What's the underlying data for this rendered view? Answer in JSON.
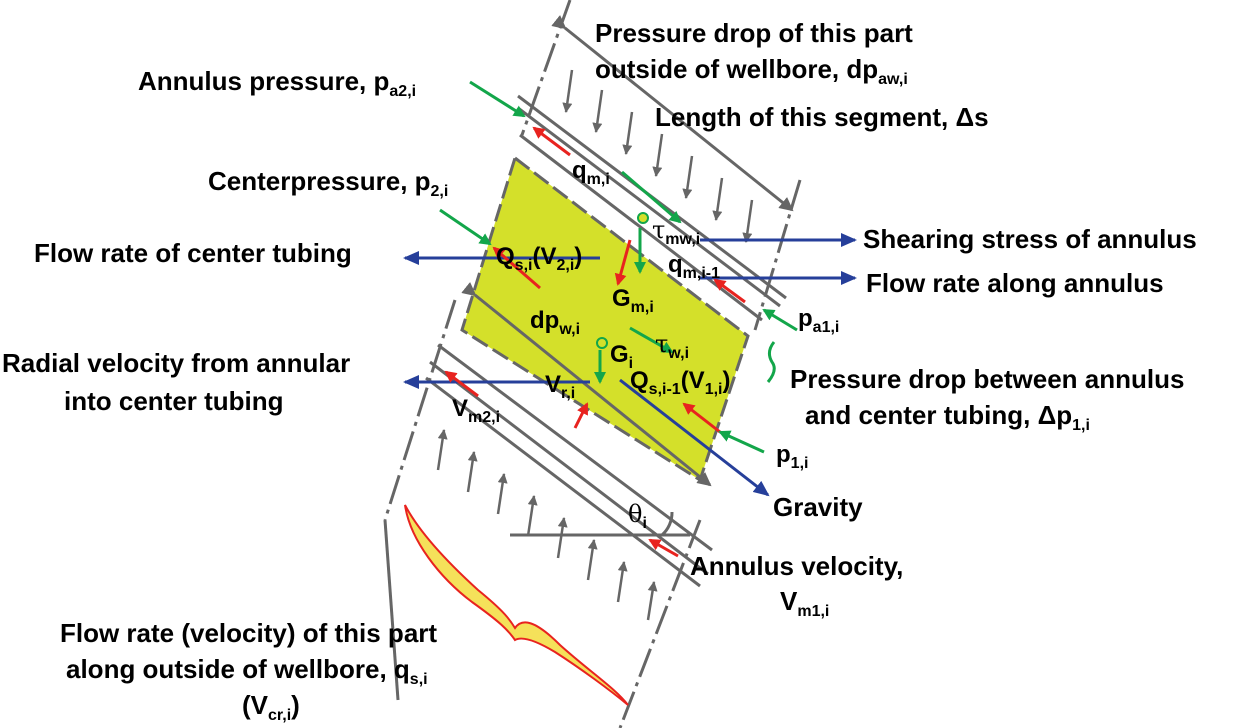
{
  "labels": {
    "pressure_drop_outside_1": "Pressure drop of this part",
    "pressure_drop_outside_2": "outside of wellbore, dp",
    "pressure_drop_outside_sub": "aw,i",
    "annulus_pressure": "Annulus pressure, p",
    "annulus_pressure_sub": "a2,i",
    "segment_length": "Length of this segment, Δs",
    "center_pressure": "Centerpressure, p",
    "center_pressure_sub": "2,i",
    "flow_rate_center": "Flow rate of center tubing",
    "shearing_stress": "Shearing stress of annulus",
    "flow_rate_annulus": "Flow rate along annulus",
    "radial_velocity_1": "Radial velocity from annular",
    "radial_velocity_2": "into center tubing",
    "pressure_drop_between_1": "Pressure drop between annulus",
    "pressure_drop_between_2": "and center tubing, Δp",
    "pressure_drop_between_sub": "1,i",
    "gravity": "Gravity",
    "annulus_velocity_1": "Annulus velocity,",
    "annulus_velocity_2": "V",
    "annulus_velocity_sub": "m1,i",
    "flow_outside_1": "Flow rate (velocity) of this part",
    "flow_outside_2": "along outside of wellbore, q",
    "flow_outside_2_sub": "s,i",
    "flow_outside_3_open": "(V",
    "flow_outside_3_sub": "cr,i",
    "flow_outside_3_close": ")"
  },
  "symbols": {
    "q_m_i": {
      "main": "q",
      "sub": "m,i"
    },
    "tau_mw_i": {
      "main": "τ",
      "sub": "mw,i"
    },
    "q_m_i_1": {
      "main": "q",
      "sub": "m,i-1"
    },
    "p_a1_i": {
      "main": "p",
      "sub": "a1,i"
    },
    "Q_s_i": {
      "main": "Q",
      "sub": "s,i",
      "paren_open": "(V",
      "paren_sub": "2,i",
      "paren_close": ")"
    },
    "G_m_i": {
      "main": "G",
      "sub": "m,i"
    },
    "dp_w_i": {
      "main": "dp",
      "sub": "w,i"
    },
    "tau_w_i": {
      "main": "τ",
      "sub": "w,i"
    },
    "G_i": {
      "main": "G",
      "sub": "i"
    },
    "Q_s_i_1": {
      "main": "Q",
      "sub": "s,i-1",
      "paren_open": "(V",
      "paren_sub": "1,i",
      "paren_close": ")"
    },
    "V_r_i": {
      "main": "V",
      "sub": "r,i"
    },
    "V_m2_i": {
      "main": "V",
      "sub": "m2,i"
    },
    "p_1_i": {
      "main": "p",
      "sub": "1,i"
    },
    "theta_i": {
      "main": "θ",
      "sub": "i"
    }
  },
  "colors": {
    "tubing_fill": "#d4e02a",
    "line_gray": "#666666",
    "arrow_red": "#e8231f",
    "arrow_green": "#13a64a",
    "arrow_blue": "#263f9a",
    "brace_fill": "#f5e15a",
    "brace_stroke": "#e8231f",
    "text": "#000000"
  }
}
